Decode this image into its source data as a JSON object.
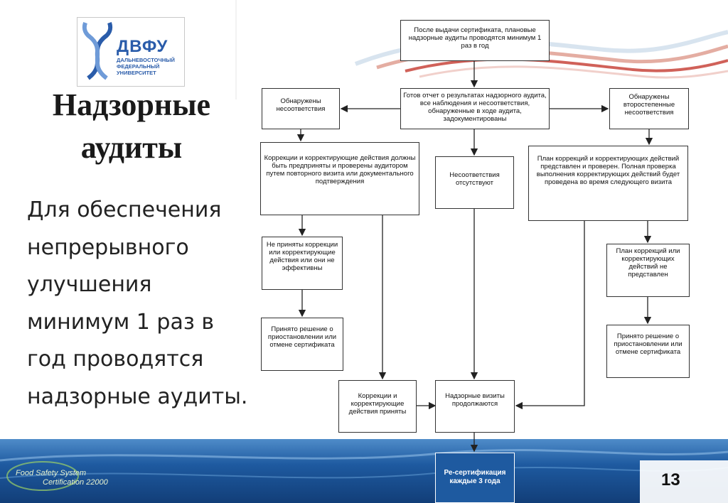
{
  "logo": {
    "name": "ДВФУ",
    "subtitle": "ДАЛЬНЕВОСТОЧНЫЙ ФЕДЕРАЛЬНЫЙ УНИВЕРСИТЕТ"
  },
  "slide": {
    "title": "Надзорные аудиты",
    "body": "Для обеспечения непрерывного улучшения минимум 1 раз в год проводятся надзорные аудиты.",
    "number": "13"
  },
  "footer": {
    "brand_line1": "Food Safety System",
    "brand_line2": "Certification 22000"
  },
  "flowchart": {
    "top": "После выдачи сертификата, плановые надзорные аудиты проводятся минимум 1 раз в год",
    "report": "Готов отчет о результатах надзорного аудита, все наблюдения и несоответствия, обнаруженные в ходе аудита, задокументированы",
    "nc_found": "Обнаружены несоответствия",
    "minor_found": "Обнаружены второстепенные несоответствия",
    "corrections_required": "Коррекции и корректирующие действия должны быть предприняты и проверены аудитором путем повторного визита или документального подтверждения",
    "no_nc": "Несоответствия отсутствуют",
    "plan_presented": "План коррекций и корректирующих действий представлен и проверен. Полная проверка выполнения корректирующих действий будет проведена во время следующего визита",
    "not_accepted": "Не приняты коррекции или корректирующие действия или они не эффективны",
    "plan_not_presented": "План коррекций или корректирующих действий не представлен",
    "decision_left": "Принято решение о приостановлении или отмене сертификата",
    "decision_right": "Принято решение о приостановлении или отмене сертификата",
    "corrections_accepted": "Коррекции и корректирующие действия приняты",
    "visits_continue": "Надзорные визиты продолжаются",
    "recert": "Ре-сертификация каждые 3 года"
  },
  "colors": {
    "footer_blue": "#1e5aa0",
    "logo_blue": "#2a5caa"
  }
}
